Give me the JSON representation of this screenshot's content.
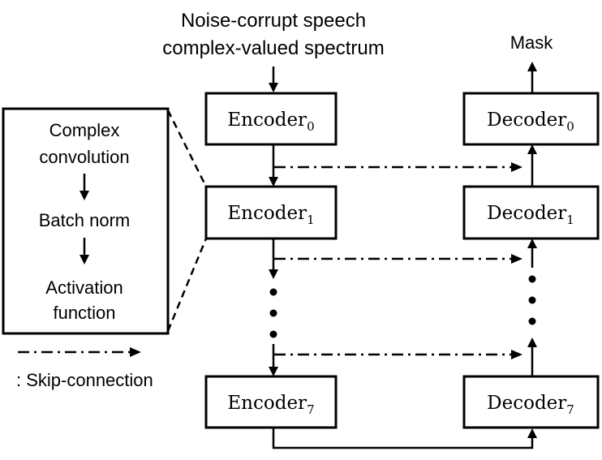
{
  "input_label": {
    "line1": "Noise-corrupt speech",
    "line2": "complex-valued spectrum"
  },
  "output_label": "Mask",
  "encoders": [
    {
      "name": "Encoder",
      "subscript": "0"
    },
    {
      "name": "Encoder",
      "subscript": "1"
    },
    {
      "name": "Encoder",
      "subscript": "7"
    }
  ],
  "decoders": [
    {
      "name": "Decoder",
      "subscript": "0"
    },
    {
      "name": "Decoder",
      "subscript": "1"
    },
    {
      "name": "Decoder",
      "subscript": "7"
    }
  ],
  "encoder_detail": {
    "step1_line1": "Complex",
    "step1_line2": "convolution",
    "step2": "Batch norm",
    "step3_line1": "Activation",
    "step3_line2": "function"
  },
  "legend": {
    "skip_connection": ": Skip-connection"
  }
}
